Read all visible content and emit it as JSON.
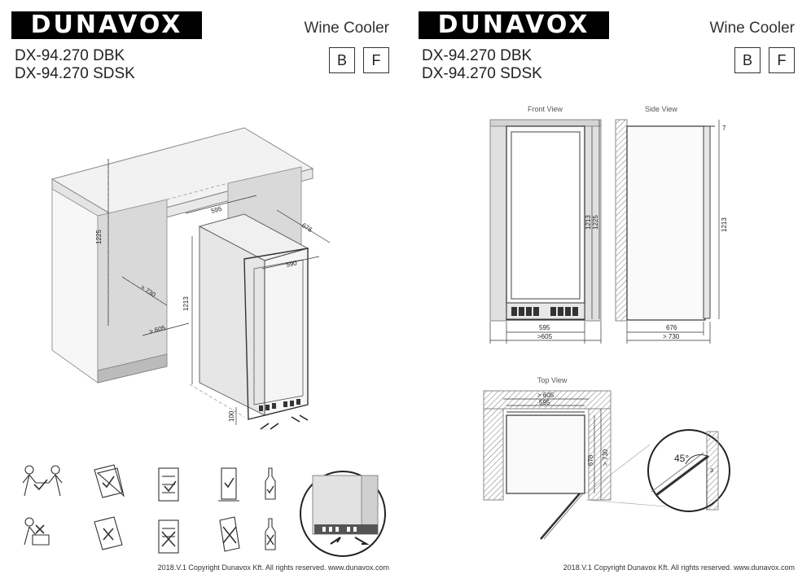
{
  "brand": "DUNAVOX",
  "product": "Wine Cooler",
  "models": [
    "DX-94.270 DBK",
    "DX-94.270 SDSK"
  ],
  "door_options": [
    "B",
    "F"
  ],
  "footer": "2018.V.1 Copyright Dunavox Kft. All rights reserved.   www.dunavox.com",
  "iso_dims": {
    "h_niche": "1225",
    "d_niche": "> 730",
    "w_niche": "> 605",
    "w_unit": "595",
    "d_unit": "676",
    "w_top": "590",
    "h_unit": "1213",
    "plinth": "100"
  },
  "views": {
    "front_title": "Front View",
    "side_title": "Side View",
    "top_title": "Top View"
  },
  "front_dims": {
    "h1": "1213",
    "h2": "1225",
    "w1": "595",
    "w2": ">605"
  },
  "side_dims": {
    "top": "7",
    "h": "1213",
    "d1": "676",
    "d2": "> 730"
  },
  "top_dims": {
    "w2": "> 605",
    "w1": "595",
    "d1": "676",
    "d2": "> 730",
    "angle": "45°",
    "gap": "3"
  }
}
